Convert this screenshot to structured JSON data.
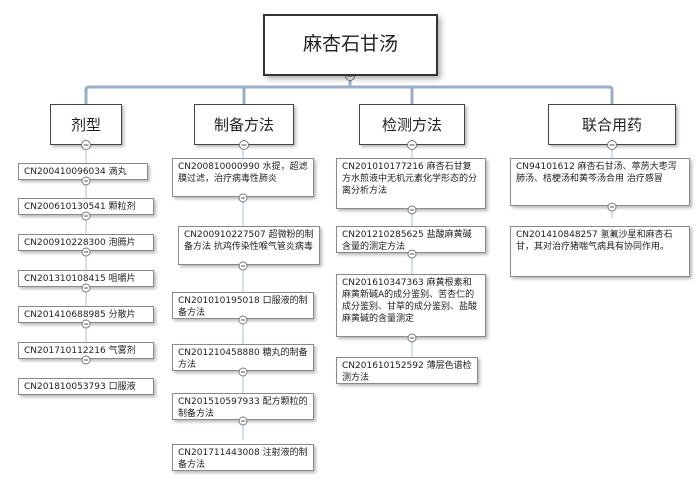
{
  "root": {
    "label": "麻杏石甘汤"
  },
  "branches": [
    {
      "label": "剂型",
      "items": [
        "CN200410096034 滴丸",
        "CN200610130541 颗粒剂",
        "CN200910228300 泡腾片",
        "CN201310108415 咀嚼片",
        "CN201410688985 分散片",
        "CN201710112216 气雾剂",
        "CN201810053793 口服液"
      ]
    },
    {
      "label": "制备方法",
      "items": [
        "CN200810000990 水提，超滤膜过滤，治疗病毒性肺炎",
        "CN200910227507 超微粉的制备方法 抗鸡传染性喉气管炎病毒",
        "CN201010195018 口服液的制备方法",
        "CN201210458880 糖丸的制备方法",
        "CN201510597933 配方颗粒的制备方法",
        "CN201711443008 注射液的制备方法"
      ]
    },
    {
      "label": "检测方法",
      "items": [
        "CN201010177216 麻杏石甘复方水煎液中无机元素化学形态的分离分析方法",
        "CN201210285625 盐酸麻黄碱含量的测定方法",
        "CN201610347363 麻黄根素和麻黄新碱A的成分鉴别、苦杏仁的成分鉴别、甘草的成分鉴别、盐酸麻黄碱的含量测定",
        "CN201610152592 薄层色谱检测方法"
      ]
    },
    {
      "label": "联合用药",
      "items": [
        "CN94101612 麻杏石甘汤、葶苈大枣泻肺汤、桔梗汤和黄芩汤合用 治疗感冒",
        "CN201410848257 氢氟沙星和麻杏石甘，其对治疗猪喘气病具有协同作用。"
      ]
    }
  ],
  "colors": {
    "connector": "#9aaec7",
    "stem": "#c9d6e5",
    "node_border": "#8a8a8a"
  }
}
